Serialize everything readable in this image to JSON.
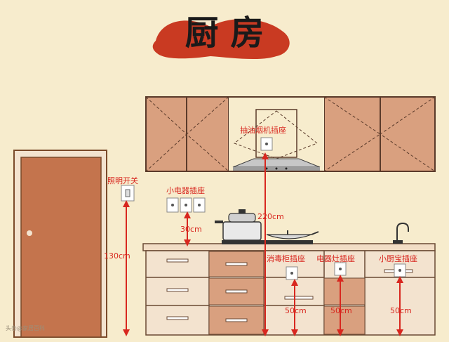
{
  "title": "厨 房",
  "labels": {
    "range_hood_socket": "抽油烟机插座",
    "light_switch": "照明开关",
    "small_appliance_socket": "小电器插座",
    "disinfection_cabinet_socket": "消毒柜插座",
    "stove_socket": "电器灶插座",
    "water_heater_socket": "小厨宝插座"
  },
  "dimensions": {
    "hood_height": "220cm",
    "switch_height": "130cm",
    "counter_gap": "30cm",
    "disinfection_height": "50cm",
    "stove_height": "50cm",
    "heater_height": "50cm"
  },
  "watermark": "头条@家居百科",
  "colors": {
    "background": "#f7eccd",
    "cabinet": "#d9a07f",
    "door": "#c4744d",
    "accent": "#d8271f",
    "banner": "#c93a22"
  }
}
